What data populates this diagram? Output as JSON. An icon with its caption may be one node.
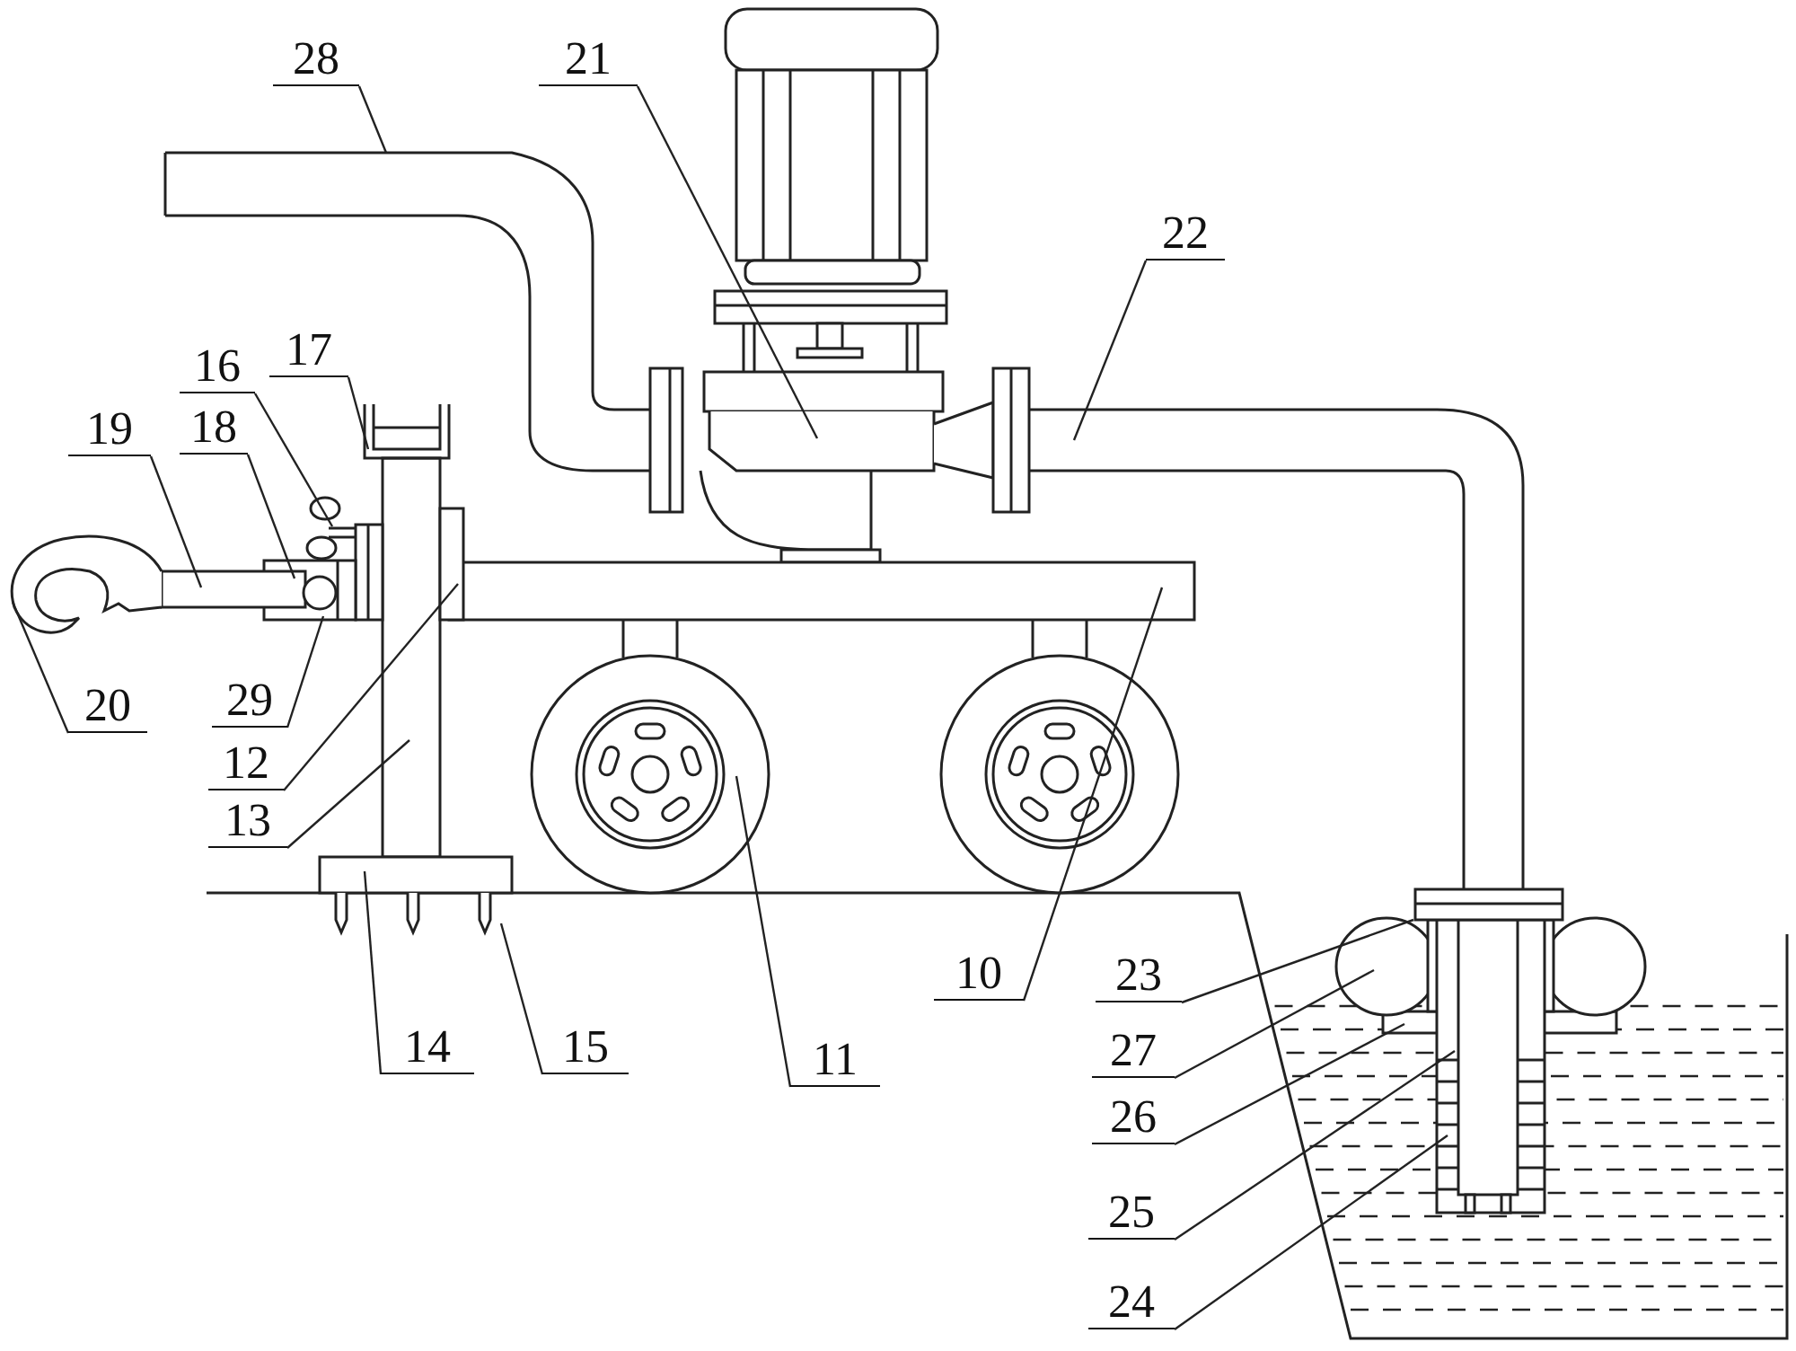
{
  "diagram": {
    "nodes": [
      {
        "text": [
          "28"
        ]
      },
      {
        "text": [
          "21"
        ]
      },
      {
        "text": [
          "22"
        ]
      },
      {
        "text": [
          "17"
        ]
      },
      {
        "text": [
          "16"
        ]
      },
      {
        "text": [
          "18"
        ]
      },
      {
        "text": [
          "19"
        ]
      },
      {
        "text": [
          "29"
        ]
      },
      {
        "text": [
          "20"
        ]
      },
      {
        "text": [
          "12"
        ]
      },
      {
        "text": [
          "13"
        ]
      },
      {
        "text": [
          "10"
        ]
      },
      {
        "text": [
          "23"
        ]
      },
      {
        "text": [
          "27"
        ]
      },
      {
        "text": [
          "26"
        ]
      },
      {
        "text": [
          "14"
        ]
      },
      {
        "text": [
          "15"
        ]
      },
      {
        "text": [
          "11"
        ]
      },
      {
        "text": [
          "25"
        ]
      },
      {
        "text": [
          "24"
        ]
      }
    ],
    "edges": [
      {
        "from": 0,
        "to": null,
        "arrow": "none"
      },
      {
        "from": 1,
        "to": null,
        "arrow": "none"
      },
      {
        "from": 2,
        "to": null,
        "arrow": "none"
      },
      {
        "from": 3,
        "to": null,
        "arrow": "none"
      },
      {
        "from": 4,
        "to": null,
        "arrow": "none"
      },
      {
        "from": 5,
        "to": null,
        "arrow": "none"
      },
      {
        "from": 6,
        "to": null,
        "arrow": "none"
      },
      {
        "from": 7,
        "to": null,
        "arrow": "none"
      },
      {
        "from": 8,
        "to": null,
        "arrow": "none"
      },
      {
        "from": 9,
        "to": null,
        "arrow": "none"
      },
      {
        "from": 10,
        "to": null,
        "arrow": "none"
      },
      {
        "from": 11,
        "to": null,
        "arrow": "none"
      },
      {
        "from": 12,
        "to": null,
        "arrow": "none"
      },
      {
        "from": 13,
        "to": null,
        "arrow": "none"
      },
      {
        "from": 14,
        "to": null,
        "arrow": "none"
      },
      {
        "from": 15,
        "to": null,
        "arrow": "none"
      },
      {
        "from": 16,
        "to": null,
        "arrow": "none"
      },
      {
        "from": 17,
        "to": null,
        "arrow": "none"
      },
      {
        "from": 18,
        "to": null,
        "arrow": "none"
      },
      {
        "from": 19,
        "to": null,
        "arrow": "none"
      }
    ]
  }
}
